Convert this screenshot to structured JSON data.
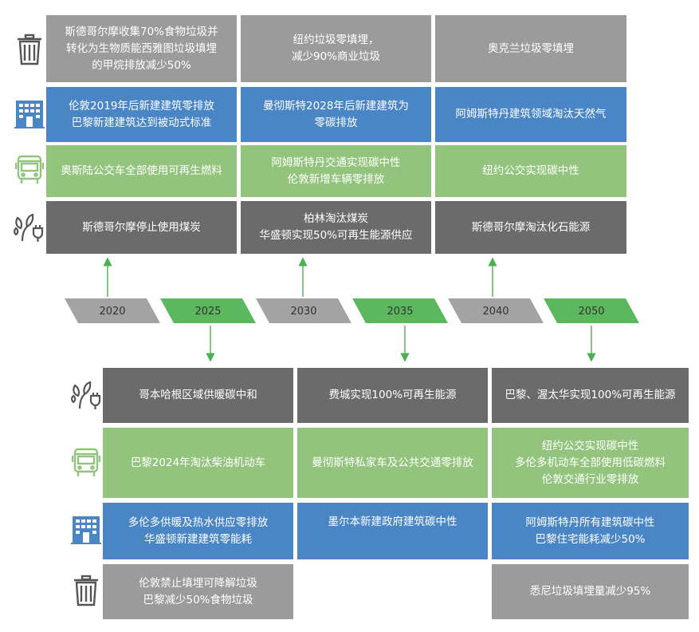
{
  "colors": {
    "waste": "#9b9b9b",
    "building": "#4a86c5",
    "transport": "#93c47d",
    "energy": "#6b6b6b",
    "timeline_gray": "#a3a3a3",
    "timeline_green": "#5cb85c",
    "connector": "#4caf50"
  },
  "top": {
    "waste": {
      "icon": "trash-can-icon",
      "c2020": "斯德哥尔摩收集70%食物垃圾并\n转化为生物质能西雅图垃圾填埋\n的甲烷排放减少50%",
      "c2030": "纽约垃圾零填埋，\n减少90%商业垃圾",
      "c2040": "奥克兰垃圾零填埋"
    },
    "building": {
      "icon": "building-icon",
      "c2020": "伦敦2019年后新建建筑零排放\n巴黎新建建筑达到被动式标准",
      "c2030": "曼彻斯特2028年后新建建筑为\n零碳排放",
      "c2040": "阿姆斯特丹建筑领域淘汰天然气"
    },
    "transport": {
      "icon": "bus-icon",
      "c2020": "奥斯陆公交车全部使用可再生燃料",
      "c2030": "阿姆斯特丹交通实现碳中性\n伦敦新增车辆零排放",
      "c2040": "纽约公交实现碳中性"
    },
    "energy": {
      "icon": "plant-plug-icon",
      "c2020": "斯德哥尔摩停止使用煤炭",
      "c2030": "柏林淘汰煤炭\n华盛顿实现50%可再生能源供应",
      "c2040": "斯德哥尔摩淘汰化石能源"
    }
  },
  "timeline": {
    "years": [
      "2020",
      "2025",
      "2030",
      "2035",
      "2040",
      "2050"
    ]
  },
  "bottom": {
    "energy": {
      "icon": "plant-plug-icon",
      "c2025": "哥本哈根区域供暖碳中和",
      "c2035": "费城实现100%可再生能源",
      "c2050": "巴黎、渥太华实现100%可再生能源"
    },
    "transport": {
      "icon": "bus-icon",
      "c2025": "巴黎2024年淘汰柴油机动车",
      "c2035": "曼彻斯特私家车及公共交通零排放",
      "c2050": "纽约公交实现碳中性\n多伦多机动车全部使用低碳燃料\n伦敦交通行业零排放"
    },
    "building": {
      "icon": "building-icon",
      "c2025": "多伦多供暖及热水供应零排放\n华盛顿新建建筑零能耗",
      "c2035": "墨尔本新建政府建筑碳中性",
      "c2050": "阿姆斯特丹所有建筑碳中性\n巴黎住宅能耗减少50%"
    },
    "waste": {
      "icon": "trash-can-icon",
      "c2025": "伦敦禁止填埋可降解垃圾\n巴黎减少50%食物垃圾",
      "c2050": "悉尼垃圾填埋量减少95%"
    }
  }
}
